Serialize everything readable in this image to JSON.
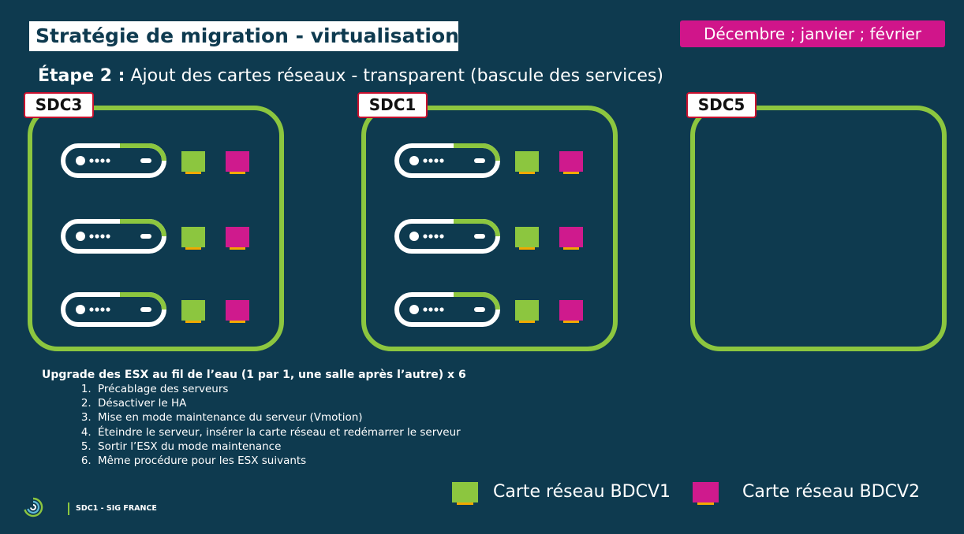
{
  "header": {
    "title": "Stratégie de migration - virtualisation",
    "date_badge": "Décembre ; janvier ; février"
  },
  "step": {
    "label": "Étape 2 :",
    "description": "Ajout des cartes réseaux - transparent (bascule des services)"
  },
  "rooms": [
    {
      "name": "SDC3",
      "servers": 3
    },
    {
      "name": "SDC1",
      "servers": 3
    },
    {
      "name": "SDC5",
      "servers": 0
    }
  ],
  "procedure": {
    "heading": "Upgrade des ESX au fil de l’eau (1 par 1, une salle après l’autre) x 6",
    "steps": [
      "Précablage des serveurs",
      "Désactiver le HA",
      "Mise en mode maintenance du serveur (Vmotion)",
      "Éteindre le serveur, insérer la carte réseau et redémarrer le serveur",
      "Sortir l’ESX du mode maintenance",
      "Même procédure pour les ESX suivants"
    ]
  },
  "legend": [
    {
      "label": "Carte réseau BDCV1",
      "color": "#8cc63f"
    },
    {
      "label": "Carte réseau BDCV2",
      "color": "#cf1a8d"
    }
  ],
  "footer": {
    "text": "SDC1 - SIG FRANCE",
    "logo_icon": "spiral-logo-icon"
  },
  "colors": {
    "background": "#0e3a4f",
    "accent_green": "#8cc63f",
    "accent_magenta": "#d0158a",
    "label_border": "#c8102e"
  }
}
